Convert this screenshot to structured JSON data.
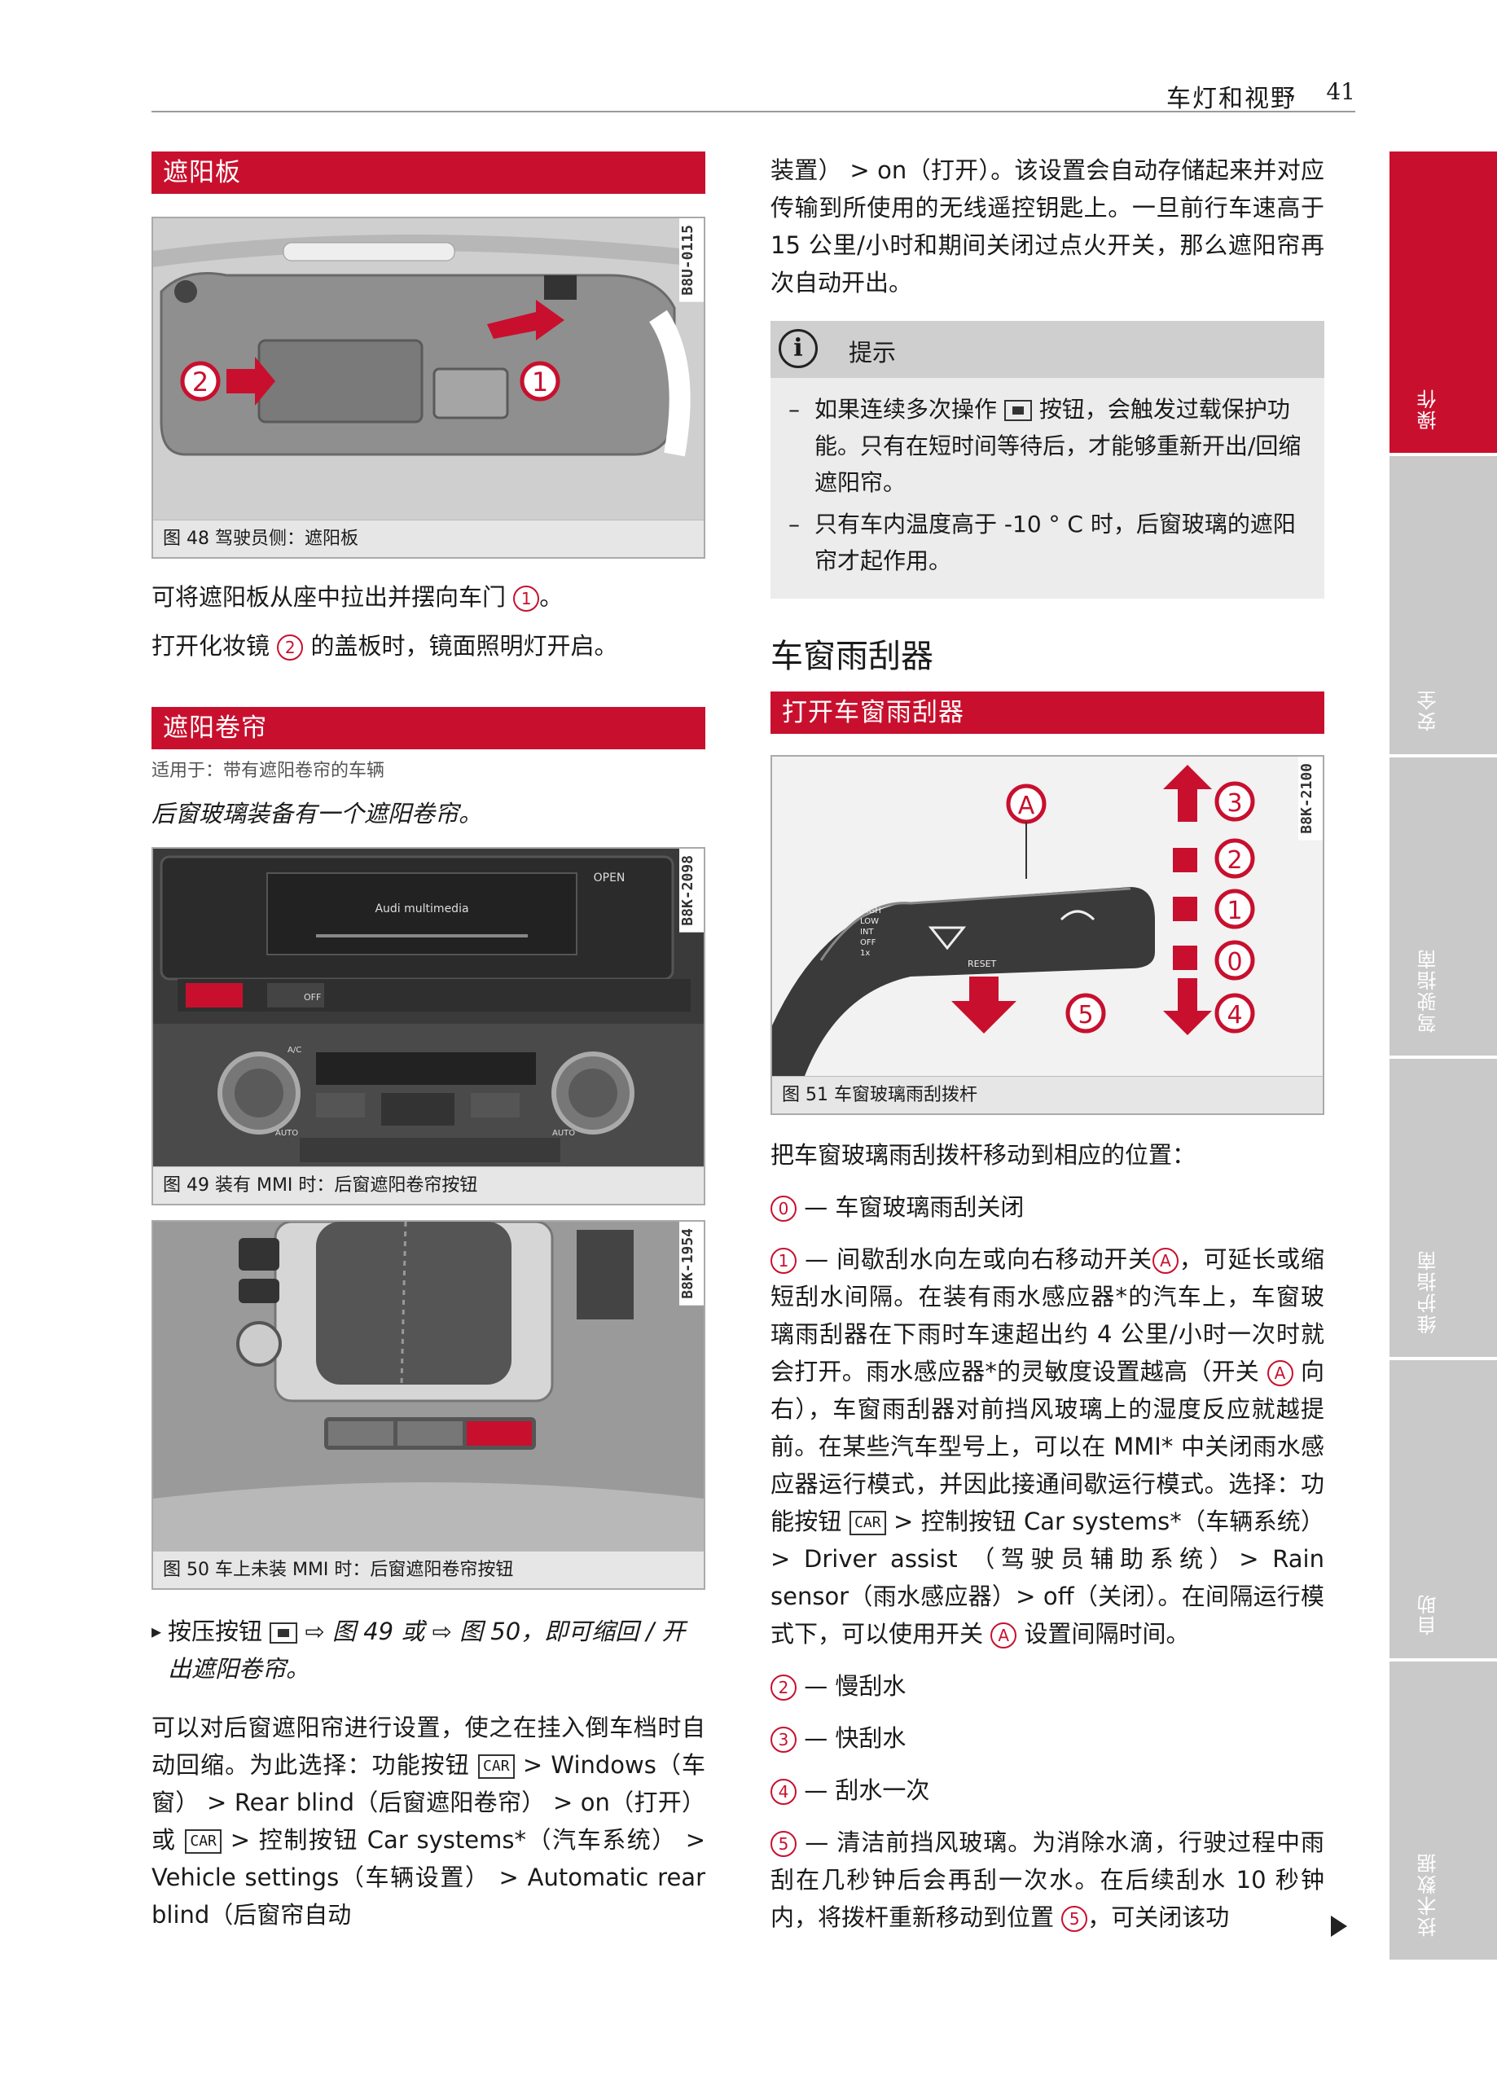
{
  "header": {
    "title": "车灯和视野",
    "page_number": "41"
  },
  "left": {
    "sun_visor": {
      "heading": "遮阳板",
      "figure": {
        "code": "B8U-0115",
        "caption": "图 48 驾驶员侧：遮阳板",
        "callout_1": "1",
        "callout_2": "2"
      },
      "text_1": "可将遮阳板从座中拉出并摆向车门",
      "text_1_end": "。",
      "text_2a": "打开化妆镜",
      "text_2b": "的盖板时，镜面照明灯开启。"
    },
    "sun_blind": {
      "heading": "遮阳卷帘",
      "applies": "适用于：带有遮阳卷帘的车辆",
      "lead": "后窗玻璃装备有一个遮阳卷帘。",
      "figure_49": {
        "code": "B8K-2098",
        "caption": "图 49 装有 MMI 时：后窗遮阳卷帘按钮",
        "label_audi": "Audi multimedia",
        "label_open": "OPEN",
        "label_off": "OFF",
        "label_auto": "AUTO",
        "label_ac": "A/C"
      },
      "figure_50": {
        "code": "B8K-1954",
        "caption": "图 50 车上未装 MMI 时：后窗遮阳卷帘按钮"
      },
      "step_a": "按压按钮",
      "step_b": "⇨ 图 49 或 ⇨ 图 50，即可缩回 / 开出遮阳卷帘。",
      "para_a": "可以对后窗遮阳帘进行设置，使之在挂入倒车档时自动回缩。为此选择：功能按钮",
      "car_label": "CAR",
      "para_b": "> Windows（车窗） > Rear blind（后窗遮阳卷帘） > on（打开）或",
      "para_c": "> 控制按钮 Car systems*（汽车系统） > Vehicle settings（车辆设置） > Automatic rear blind（后窗帘自动"
    }
  },
  "right": {
    "continuation": "装置） > on（打开）。该设置会自动存储起来并对应传输到所使用的无线遥控钥匙上。一旦前行车速高于 15 公里/小时和期间关闭过点火开关，那么遮阳帘再次自动开出。",
    "note": {
      "label": "提示",
      "item_1a": "如果连续多次操作",
      "item_1b": "按钮，会触发过载保护功能。只有在短时间等待后，才能够重新开出/回缩遮阳帘。",
      "item_2": "只有车内温度高于 -10 ° C 时，后窗玻璃的遮阳帘才起作用。"
    },
    "wiper": {
      "title": "车窗雨刮器",
      "heading": "打开车窗雨刮器",
      "figure": {
        "code": "B8K-2100",
        "caption": "图 51 车窗玻璃雨刮拨杆",
        "label_a": "A",
        "label_reset": "RESET",
        "label_high": "HIGH",
        "label_low": "LOW",
        "label_int": "INT",
        "label_off": "OFF",
        "label_1x": "1x",
        "positions": [
          "3",
          "2",
          "1",
          "0",
          "4",
          "5"
        ]
      },
      "intro": "把车窗玻璃雨刮拨杆移动到相应的位置：",
      "items": [
        {
          "num": "0",
          "text": "— 车窗玻璃雨刮关闭"
        },
        {
          "num": "1",
          "text_a": "— 间歇刮水向左或向右移动开关",
          "text_b": "，可延长或缩短刮水间隔。在装有雨水感应器*的汽车上，车窗玻璃雨刮器在下雨时车速超出约 4 公里/小时一次时就会打开。雨水感应器*的灵敏度设置越高（开关",
          "text_c": "向右），车窗雨刮器对前挡风玻璃上的湿度反应就越提前。在某些汽车型号上，可以在 MMI* 中关闭雨水感应器运行模式，并因此接通间歇运行模式。选择：功能按钮",
          "text_d": "> 控制按钮 Car systems*（车辆系统）> Driver assist （驾驶员辅助系统）> Rain sensor（雨水感应器）> off（关闭）。在间隔运行模式下，可以使用开关",
          "text_e": "设置间隔时间。"
        },
        {
          "num": "2",
          "text": "— 慢刮水"
        },
        {
          "num": "3",
          "text": "— 快刮水"
        },
        {
          "num": "4",
          "text": "— 刮水一次"
        },
        {
          "num": "5",
          "text_a": "— 清洁前挡风玻璃。为消除水滴，行驶过程中雨刮在几秒钟后会再刮一次水。在后续刮水 10 秒钟内，将拨杆重新移动到位置",
          "text_b": "，可关闭该功"
        }
      ]
    }
  },
  "sidebar": {
    "tabs": [
      {
        "label": "操作",
        "active": true
      },
      {
        "label": "安全",
        "active": false
      },
      {
        "label": "驾驶指南",
        "active": false
      },
      {
        "label": "维护指南",
        "active": false
      },
      {
        "label": "自助",
        "active": false
      },
      {
        "label": "技术数据",
        "active": false
      }
    ]
  },
  "colors": {
    "accent": "#c8102e",
    "tab_inactive": "#c9c9c9",
    "note_bg": "#ececec"
  }
}
